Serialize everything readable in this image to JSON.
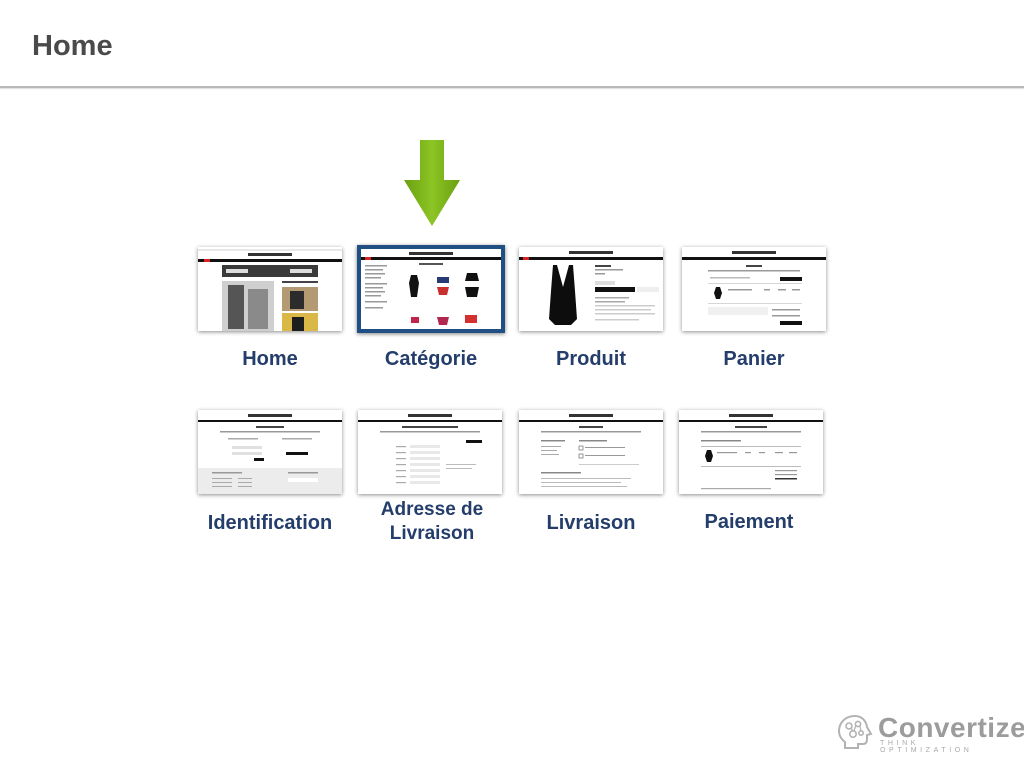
{
  "slide": {
    "title": "Home"
  },
  "steps": [
    {
      "label": "Home"
    },
    {
      "label": "Catégorie"
    },
    {
      "label": "Produit"
    },
    {
      "label": "Panier"
    },
    {
      "label": "Identification"
    },
    {
      "label_line1": "Adresse de",
      "label_line2": "Livraison"
    },
    {
      "label": "Livraison"
    },
    {
      "label": "Paiement"
    }
  ],
  "selected_step": 1,
  "colors": {
    "accent": "#1f4f83",
    "arrow": "#7db81c",
    "label": "#243d6b",
    "title": "#4a4a4a"
  },
  "logo": {
    "name": "Convertize",
    "tagline": "THINK OPTIMIZATION"
  }
}
